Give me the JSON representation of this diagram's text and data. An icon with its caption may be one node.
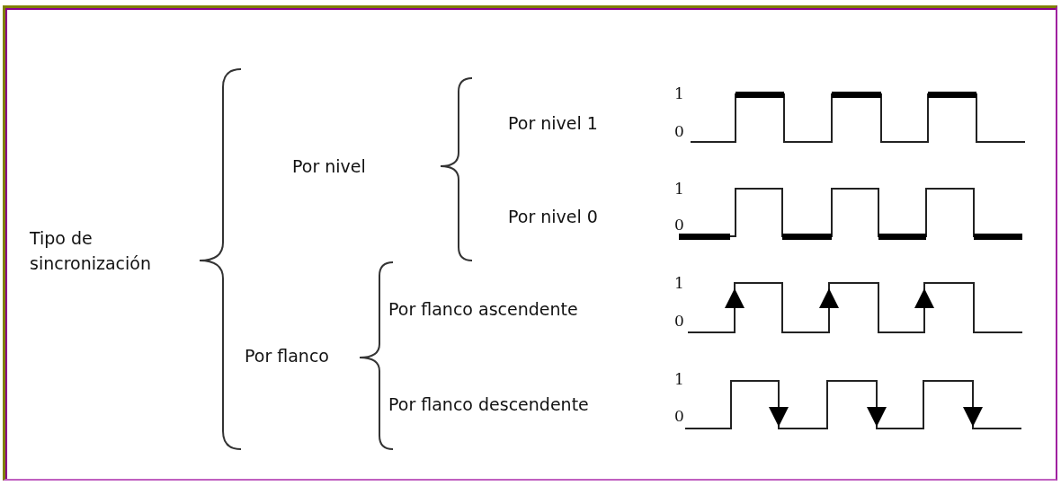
{
  "diagram": {
    "labels": [
      "Tipo de sincronización",
      "Por nivel",
      "Por nivel 1",
      "1",
      "0",
      "Por nivel 0",
      "1",
      "0",
      "Por flanco",
      "Por flanco ascendente",
      "1",
      "0",
      "Por flanco descendente",
      "1",
      "0"
    ]
  }
}
